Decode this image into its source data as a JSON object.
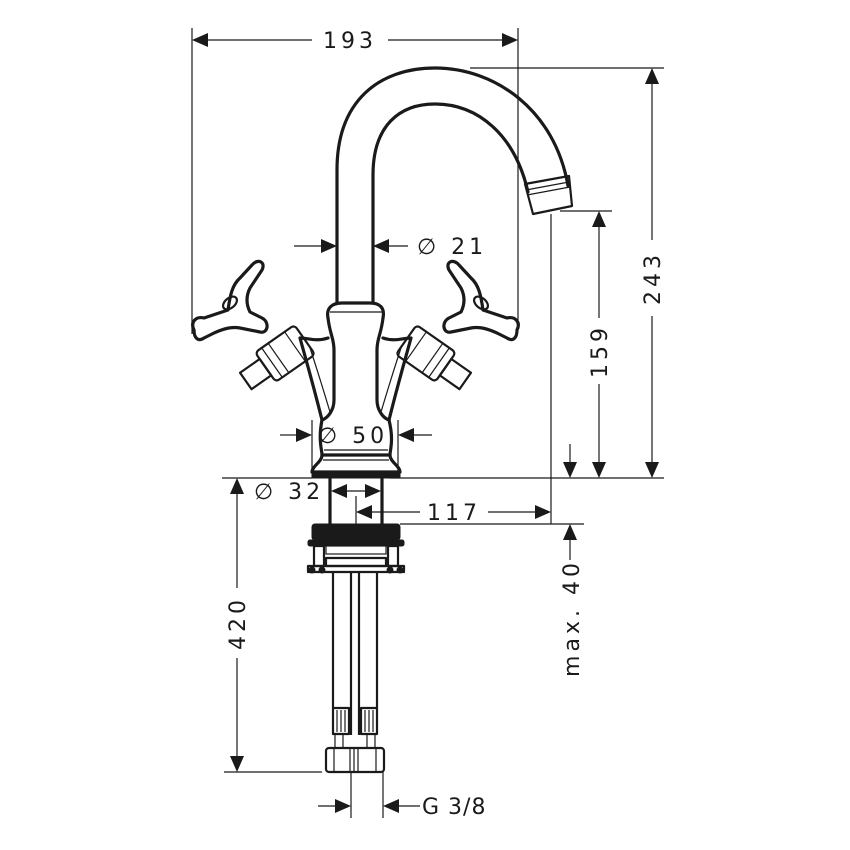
{
  "drawing": {
    "subject": "Two-handle basin faucet with swivel spout — technical dimension drawing",
    "line_color": "#1a1a1a",
    "background": "#ffffff"
  },
  "dimensions": {
    "overall_width": {
      "value": "193",
      "label": "193"
    },
    "overall_height": {
      "value": "243",
      "label": "243"
    },
    "spout_height": {
      "value": "159",
      "label": "159"
    },
    "spout_tube_diameter": {
      "symbol": "∅",
      "value": "21",
      "label": "∅ 21"
    },
    "base_diameter": {
      "symbol": "∅",
      "value": "50",
      "label": "∅ 50"
    },
    "shank_diameter": {
      "symbol": "∅",
      "value": "32",
      "label": "∅ 32"
    },
    "spout_reach": {
      "value": "117",
      "label": "117"
    },
    "max_deck_thickness": {
      "value": "40",
      "label": "max. 40"
    },
    "supply_hose_length": {
      "value": "420",
      "label": "420"
    },
    "connection_thread": {
      "value": "G 3/8",
      "label": "G 3/8"
    }
  }
}
